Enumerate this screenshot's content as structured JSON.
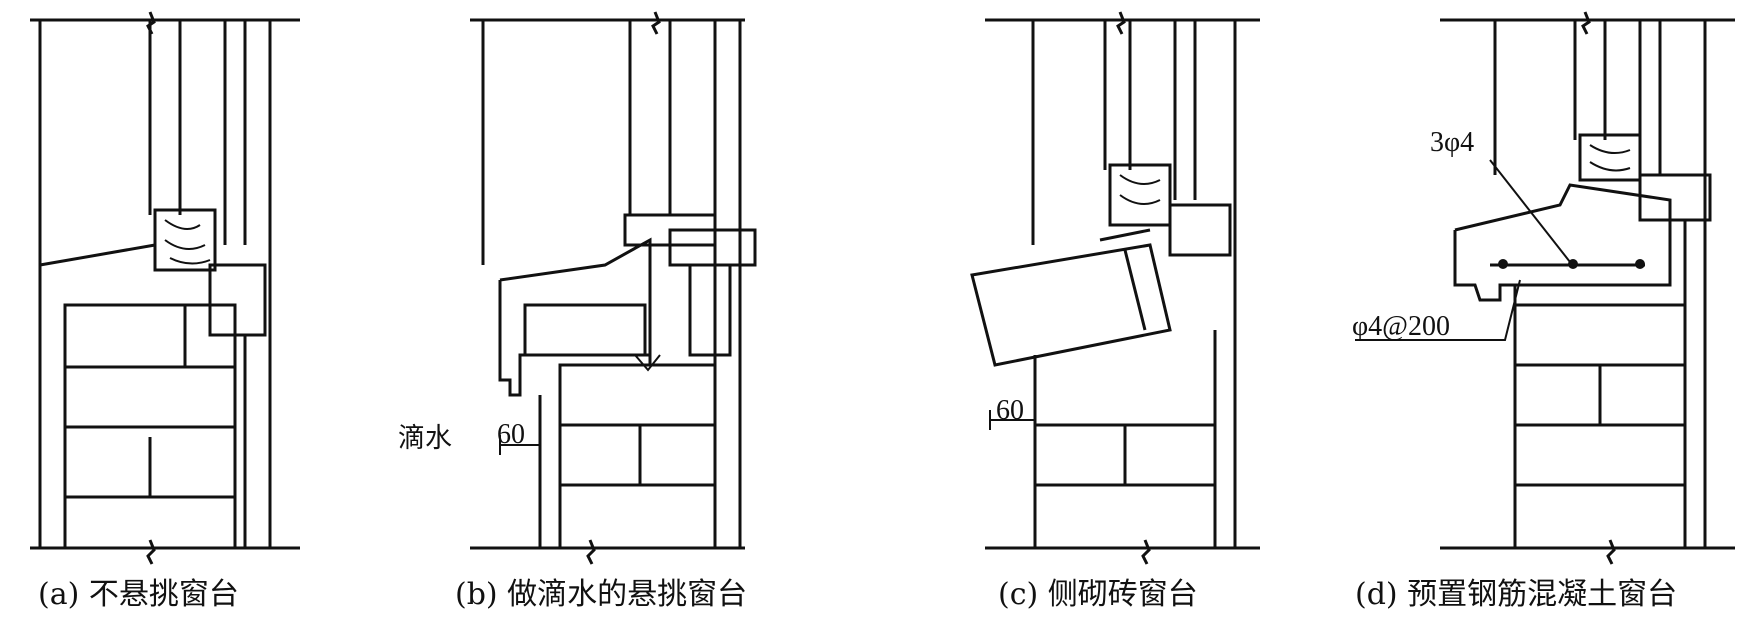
{
  "figure": {
    "panels": [
      {
        "id": "a",
        "caption": "(a) 不悬挑窗台"
      },
      {
        "id": "b",
        "caption": "(b) 做滴水的悬挑窗台"
      },
      {
        "id": "c",
        "caption": "(c) 侧砌砖窗台"
      },
      {
        "id": "d",
        "caption": "(d) 预置钢筋混凝土窗台"
      }
    ],
    "annotations": {
      "drip": "滴水",
      "dim_b": "60",
      "dim_c": "60",
      "rebar_main": "3φ4",
      "rebar_dist": "φ4@200"
    }
  }
}
